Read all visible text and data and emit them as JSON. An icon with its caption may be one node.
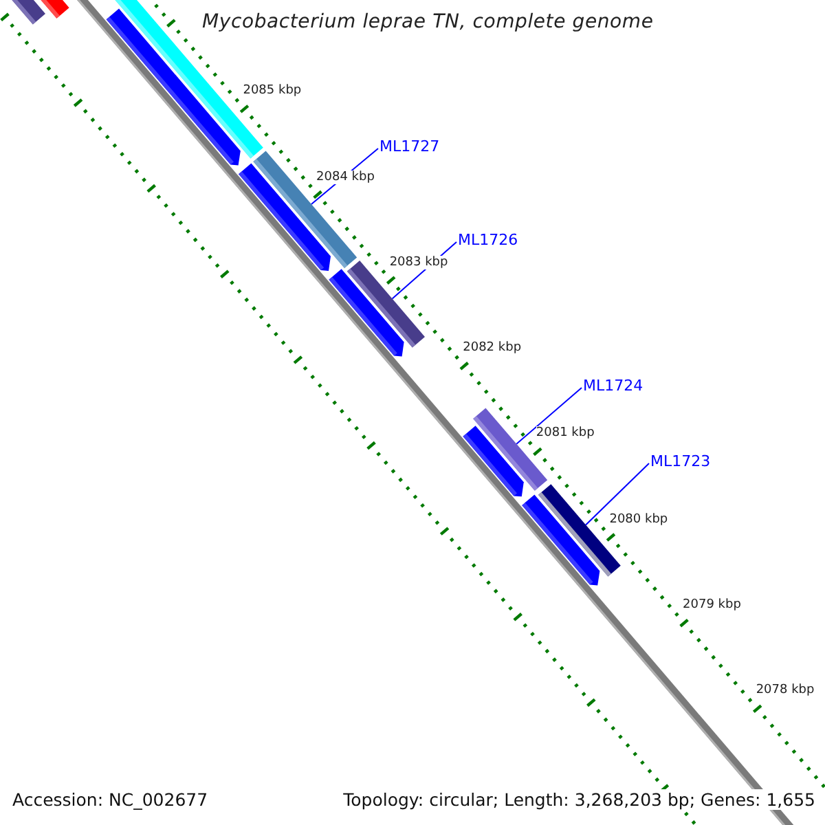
{
  "diagram": {
    "title": "Mycobacterium leprae TN, complete genome",
    "nodes": [
      {
        "text": [
          "ML1727"
        ]
      },
      {
        "text": [],
        "shape": "bar"
      },
      {
        "text": [
          "ML1726"
        ]
      },
      {
        "text": [],
        "shape": "bar"
      },
      {
        "text": [
          "ML1724"
        ]
      },
      {
        "text": [],
        "shape": "bar"
      },
      {
        "text": [
          "ML1723"
        ]
      },
      {
        "text": [],
        "shape": "bar"
      }
    ],
    "edges": [
      {
        "from": 0,
        "to": 1,
        "arrow": "none"
      },
      {
        "from": 2,
        "to": 3,
        "arrow": "none"
      },
      {
        "from": 4,
        "to": 5,
        "arrow": "none"
      },
      {
        "from": 6,
        "to": 7,
        "arrow": "none"
      }
    ],
    "labels": [
      "2085 kbp",
      "2084 kbp",
      "2083 kbp",
      "2082 kbp",
      "2081 kbp",
      "2080 kbp",
      "2079 kbp",
      "2078 kbp",
      "Accession: NC_002677",
      "Topology: circular; Length: 3,268,203 bp; Genes: 1,655"
    ]
  }
}
